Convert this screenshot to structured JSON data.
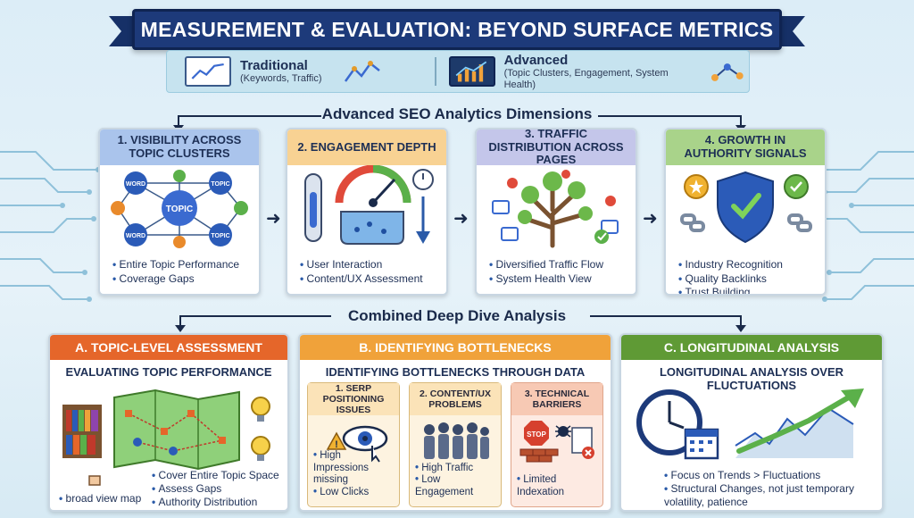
{
  "title": "MEASUREMENT & EVALUATION: BEYOND SURFACE METRICS",
  "comparison": {
    "traditional": {
      "name": "Traditional",
      "detail": "(Keywords, Traffic)"
    },
    "advanced": {
      "name": "Advanced",
      "detail": "(Topic Clusters, Engagement, System Health)"
    }
  },
  "dimensions_label": "Advanced SEO Analytics Dimensions",
  "dimensions": [
    {
      "title": "1. VISIBILITY ACROSS TOPIC CLUSTERS",
      "color": "#aac4ec",
      "nodes": {
        "center": "TOPIC",
        "outer": [
          "WORD",
          "TOPIC",
          "WORD",
          "TOPIC"
        ]
      },
      "bullets": [
        "Entire Topic Performance",
        "Coverage Gaps"
      ]
    },
    {
      "title": "2. ENGAGEMENT DEPTH",
      "color": "#f8d293",
      "bullets": [
        "User Interaction",
        "Content/UX Assessment"
      ]
    },
    {
      "title": "3. TRAFFIC DISTRIBUTION ACROSS PAGES",
      "color": "#c4c6ea",
      "bullets": [
        "Diversified Traffic Flow",
        "System Health View"
      ]
    },
    {
      "title": "4. GROWTH IN AUTHORITY SIGNALS",
      "color": "#a9d38a",
      "bullets": [
        "Industry Recognition",
        "Quality Backlinks",
        "Trust Building"
      ]
    }
  ],
  "combined_label": "Combined Deep Dive Analysis",
  "panels": {
    "a": {
      "title": "A. TOPIC-LEVEL ASSESSMENT",
      "color": "#e5662a",
      "subtitle": "EVALUATING TOPIC PERFORMANCE",
      "bullets": [
        "Cover Entire Topic Space",
        "Assess Gaps",
        "Authority Distribution"
      ],
      "caption": "broad view map"
    },
    "b": {
      "title": "B. IDENTIFYING BOTTLENECKS",
      "color": "#f0a23a",
      "subtitle": "IDENTIFYING BOTTLENECKS THROUGH DATA",
      "columns": [
        {
          "title": "1. SERP POSITIONING ISSUES",
          "color": "#fbe3b8",
          "bullets": [
            "High Impressions missing",
            "Low Clicks"
          ]
        },
        {
          "title": "2. CONTENT/UX PROBLEMS",
          "color": "#fbe3b8",
          "bullets": [
            "High Traffic",
            "Low Engagement"
          ]
        },
        {
          "title": "3. TECHNICAL BARRIERS",
          "color": "#f7c9b4",
          "stop_sign": "STOP",
          "bullets": [
            "Limited Indexation"
          ]
        }
      ]
    },
    "c": {
      "title": "C. LONGITUDINAL ANALYSIS",
      "color": "#5f9a35",
      "subtitle": "LONGITUDINAL ANALYSIS OVER FLUCTUATIONS",
      "bullets": [
        "Focus on Trends > Fluctuations",
        "Structural Changes, not just temporary volatility, patience"
      ]
    }
  }
}
